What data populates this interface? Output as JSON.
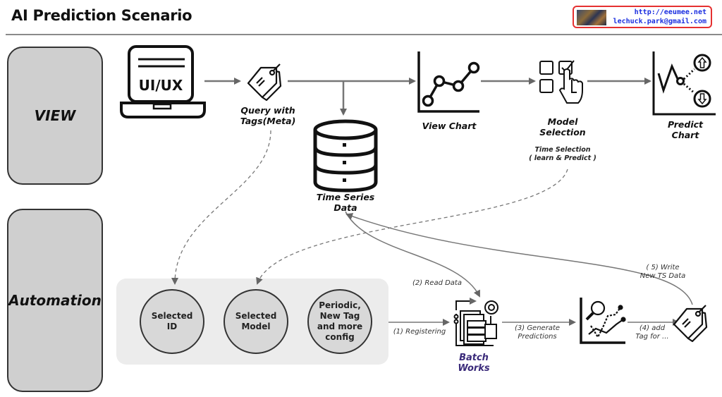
{
  "header": {
    "title": "AI Prediction Scenario",
    "contact": {
      "website": "http://eeumee.net",
      "email": "lechuck.park@gmail.com",
      "accent_color": "#e53030",
      "text_color": "#1a2ee0"
    }
  },
  "lanes": [
    {
      "id": "view",
      "label": "VIEW"
    },
    {
      "id": "automation",
      "label": "Automation"
    }
  ],
  "view_flow": {
    "ui_ux": {
      "label": "UI/UX",
      "icon": "laptop-icon"
    },
    "query": {
      "label": "Query with\nTags(Meta)",
      "line1": "Query with",
      "line2": "Tags(Meta)",
      "icon": "tag-icon"
    },
    "time_series": {
      "line1": "Time Series",
      "line2": "Data",
      "icon": "database-icon"
    },
    "view_chart": {
      "label": "View Chart",
      "icon": "line-chart-icon"
    },
    "model_selection": {
      "line1": "Model",
      "line2": "Selection",
      "icon": "select-hand-icon",
      "note_line1": "Time Selection",
      "note_line2": "( learn & Predict )"
    },
    "predict_chart": {
      "line1": "Predict",
      "line2": "Chart",
      "icon": "predict-chart-icon"
    }
  },
  "automation_flow": {
    "config_items": [
      {
        "label": "Selected\nID"
      },
      {
        "label": "Selected\nModel"
      },
      {
        "label": "Periodic,\nNew Tag\nand more\nconfig"
      }
    ],
    "batch_works": {
      "line1": "Batch",
      "line2": "Works",
      "color": "#3a2a7a",
      "icon": "batch-server-icon"
    },
    "analysis": {
      "icon": "chart-analysis-icon"
    },
    "new_tag": {
      "icon": "tag-icon"
    },
    "steps": {
      "registering": "(1) Registering",
      "read_data": "(2) Read Data",
      "generate_line1": "(3) Generate",
      "generate_line2": "Predictions",
      "add_tag_line1": "(4) add",
      "add_tag_line2": "Tag for ...",
      "write_line1": "( 5) Write",
      "write_line2": "New TS Data"
    }
  }
}
